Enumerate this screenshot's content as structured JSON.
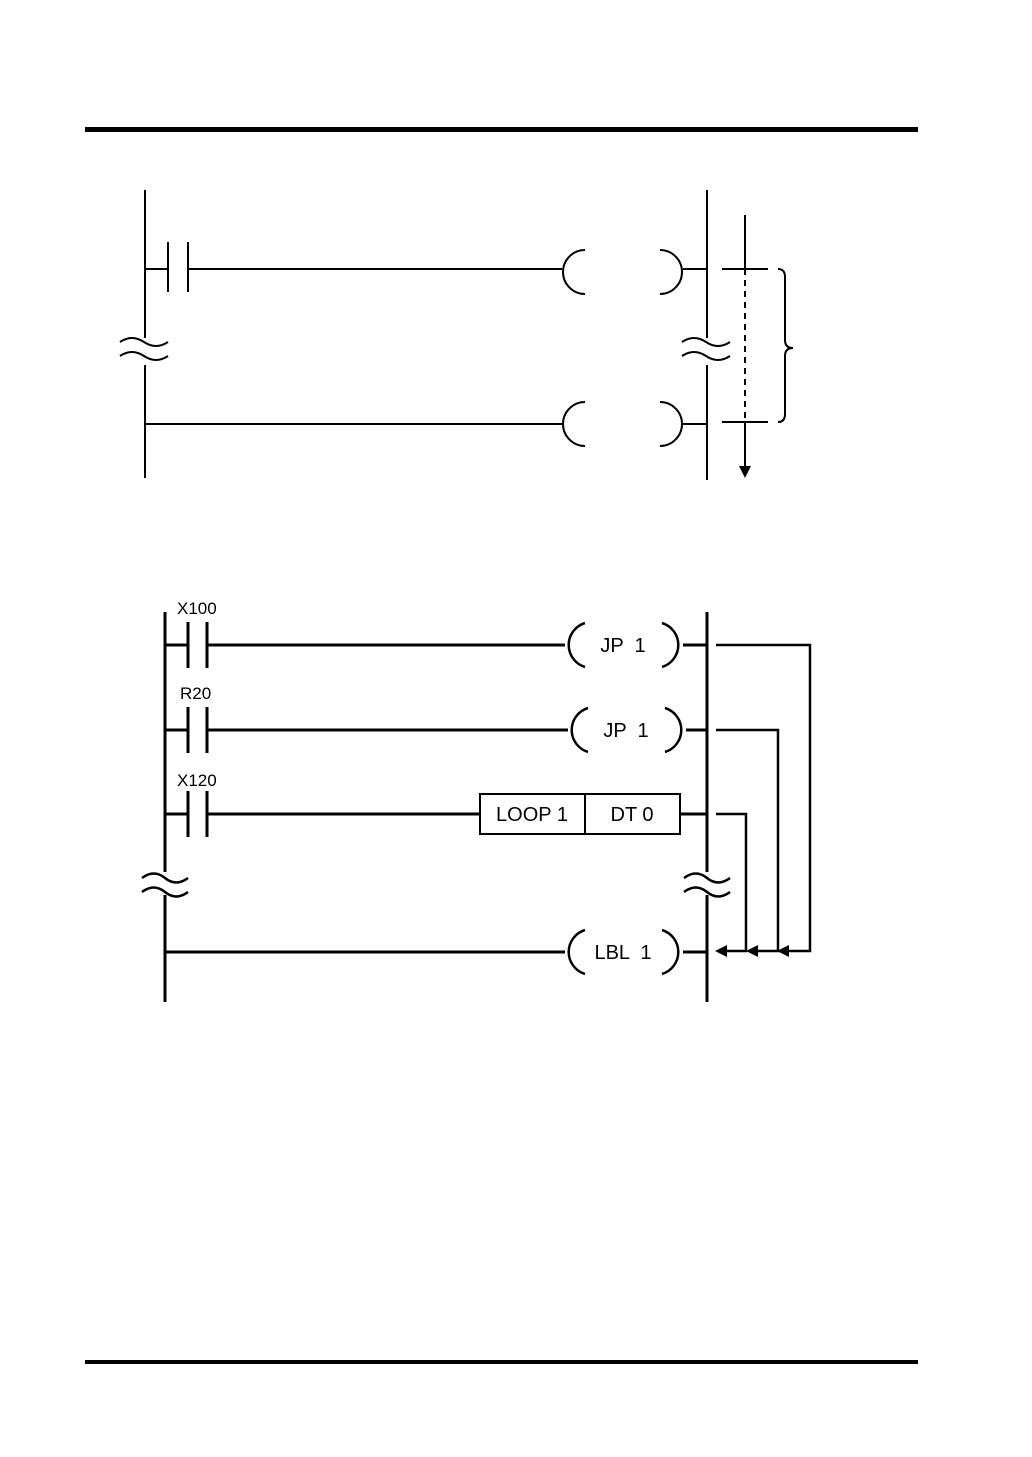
{
  "diagram_2": {
    "contacts": [
      "X100",
      "R20",
      "X120"
    ],
    "instructions": {
      "row1_coil": "JP  1",
      "row2_coil": "JP  1",
      "row3_box_left": "LOOP 1",
      "row3_box_right": "DT 0",
      "label_coil": "LBL  1"
    }
  }
}
